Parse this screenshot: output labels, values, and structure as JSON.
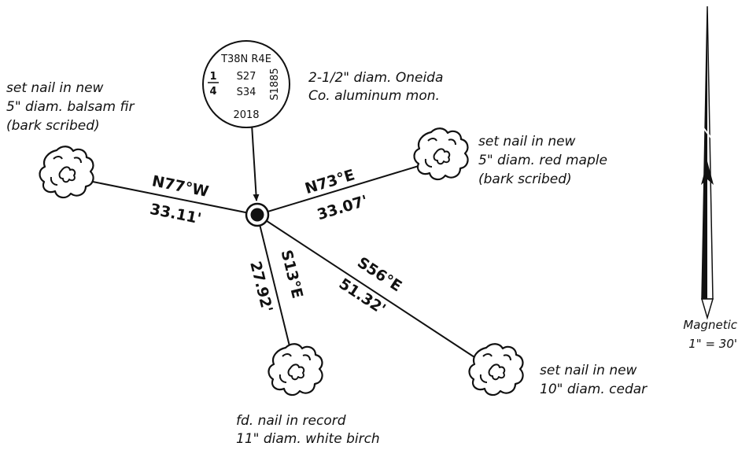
{
  "monument": {
    "line1": "T38N R4E",
    "frac_num": "1",
    "frac_den": "4",
    "sec_a": "S27",
    "sec_b": "S34",
    "side": "S1885",
    "year": "2018",
    "desc_1": "2-1/2\" diam. Oneida",
    "desc_2": "Co. aluminum mon."
  },
  "ties": [
    {
      "id": "nw",
      "bearing": "N77°W",
      "distance": "33.11'",
      "note": [
        "set nail in new",
        "5\" diam. balsam fir",
        "(bark scribed)"
      ]
    },
    {
      "id": "ne",
      "bearing": "N73°E",
      "distance": "33.07'",
      "note": [
        "set nail in new",
        "5\" diam. red maple",
        "(bark scribed)"
      ]
    },
    {
      "id": "s",
      "bearing": "S13°E",
      "distance": "27.92'",
      "note": [
        "fd. nail in record",
        "11\" diam. white birch"
      ]
    },
    {
      "id": "se",
      "bearing": "S56°E",
      "distance": "51.32'",
      "note": [
        "set nail in new",
        "10\" diam. cedar"
      ]
    }
  ],
  "north_arrow": {
    "label": "Magnetic",
    "scale": "1\" = 30'"
  }
}
